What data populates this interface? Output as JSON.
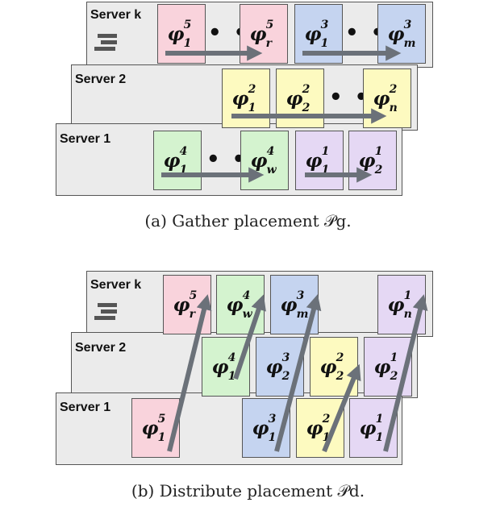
{
  "panel_a": {
    "servers": [
      {
        "label": "Server k",
        "boxes": [
          {
            "color": "pink",
            "sup": "5",
            "sub": "1"
          },
          {
            "color": "pink",
            "sup": "5",
            "sub": "r"
          },
          {
            "color": "blue",
            "sup": "3",
            "sub": "1"
          },
          {
            "color": "blue",
            "sup": "3",
            "sub": "m"
          }
        ]
      },
      {
        "label": "Server 2",
        "boxes": [
          {
            "color": "yellow",
            "sup": "2",
            "sub": "1"
          },
          {
            "color": "yellow",
            "sup": "2",
            "sub": "2"
          },
          {
            "color": "yellow",
            "sup": "2",
            "sub": "n"
          }
        ]
      },
      {
        "label": "Server 1",
        "boxes": [
          {
            "color": "green",
            "sup": "4",
            "sub": "1"
          },
          {
            "color": "green",
            "sup": "4",
            "sub": "w"
          },
          {
            "color": "purple",
            "sup": "1",
            "sub": "1"
          },
          {
            "color": "purple",
            "sup": "1",
            "sub": "2"
          }
        ]
      }
    ],
    "ellipsis": "• • •",
    "caption": "(a) Gather placement 𝒫g."
  },
  "panel_b": {
    "servers": [
      {
        "label": "Server k",
        "boxes": [
          {
            "color": "pink",
            "sup": "5",
            "sub": "r"
          },
          {
            "color": "green",
            "sup": "4",
            "sub": "w"
          },
          {
            "color": "blue",
            "sup": "3",
            "sub": "m"
          },
          {
            "color": "purple",
            "sup": "1",
            "sub": "n"
          }
        ]
      },
      {
        "label": "Server 2",
        "boxes": [
          {
            "color": "green",
            "sup": "4",
            "sub": "1"
          },
          {
            "color": "blue",
            "sup": "3",
            "sub": "2"
          },
          {
            "color": "yellow",
            "sup": "2",
            "sub": "2"
          },
          {
            "color": "purple",
            "sup": "1",
            "sub": "2"
          }
        ]
      },
      {
        "label": "Server 1",
        "boxes": [
          {
            "color": "pink",
            "sup": "5",
            "sub": "1"
          },
          {
            "color": "blue",
            "sup": "3",
            "sub": "1"
          },
          {
            "color": "yellow",
            "sup": "2",
            "sub": "1"
          },
          {
            "color": "purple",
            "sup": "1",
            "sub": "1"
          }
        ]
      }
    ],
    "caption": "(b) Distribute placement 𝒫d."
  },
  "symbol": "φ",
  "colors": {
    "pink": "#f9d3dc",
    "blue": "#c5d4f0",
    "yellow": "#fdfac0",
    "green": "#d4f3cf",
    "purple": "#e5d8f4",
    "arrow": "#6b7179",
    "panel": "#ebebeb"
  },
  "icons": {
    "server_stack": "server-stack-icon",
    "arrow": "right-arrow-icon"
  }
}
